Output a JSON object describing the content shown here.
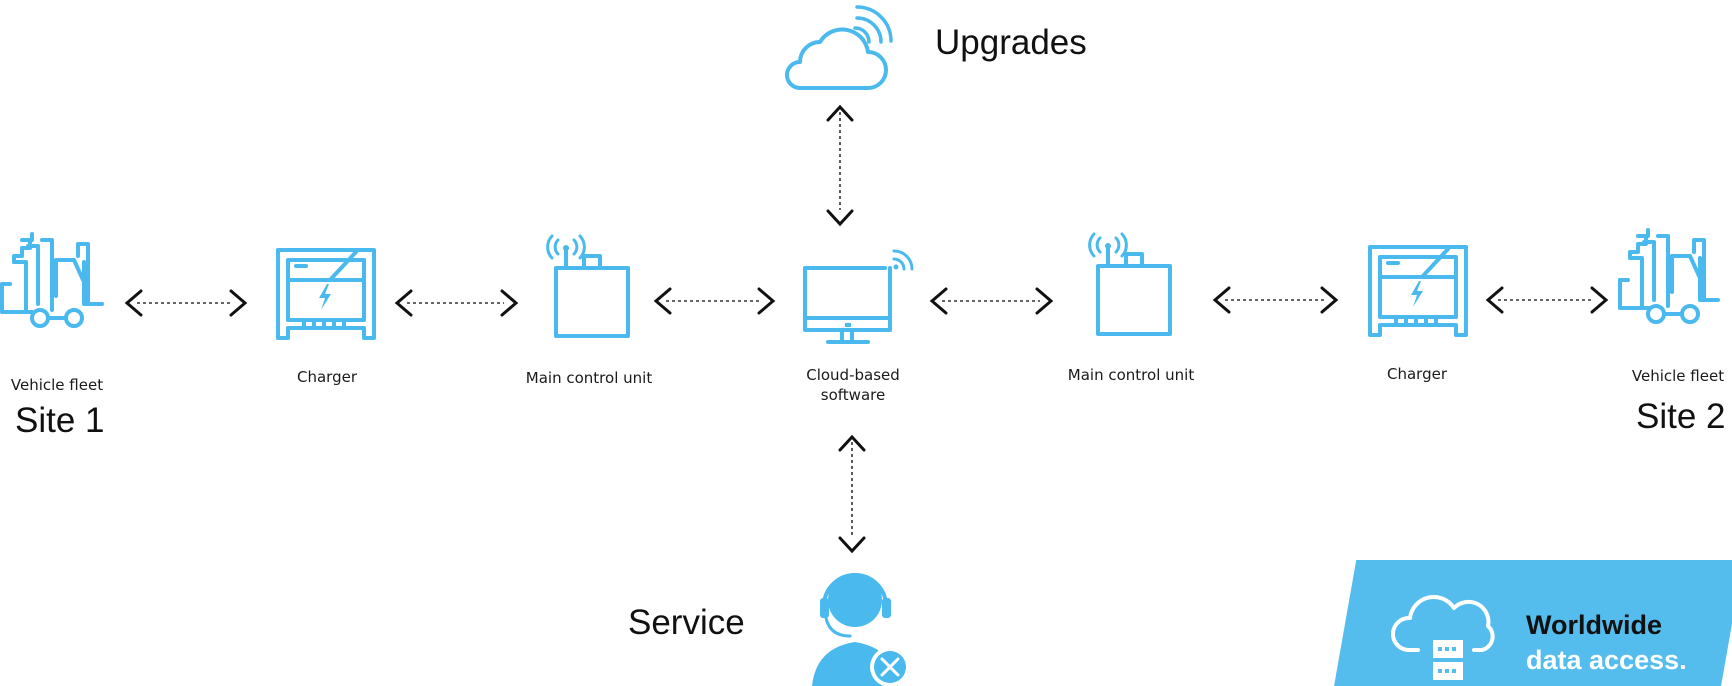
{
  "nodes": {
    "fleet_left": "Vehicle fleet",
    "charger_left": "Charger",
    "mcu_left": "Main control unit",
    "cloud_line1": "Cloud-based",
    "cloud_line2": "software",
    "mcu_right": "Main control unit",
    "charger_right": "Charger",
    "fleet_right": "Vehicle fleet"
  },
  "labels": {
    "upgrades": "Upgrades",
    "service": "Service",
    "site1": "Site 1",
    "site2": "Site 2"
  },
  "banner": {
    "line1": "Worldwide",
    "line2": "data access."
  },
  "colors": {
    "accent": "#4ab9ee",
    "banner_bg": "#54bdee",
    "banner_text1": "#111111",
    "banner_text2": "#ffffff"
  },
  "icons": [
    "forklift-fleet-icon",
    "charger-icon",
    "control-unit-icon",
    "monitor-icon",
    "cloud-icon",
    "support-agent-icon",
    "cloud-server-icon"
  ]
}
